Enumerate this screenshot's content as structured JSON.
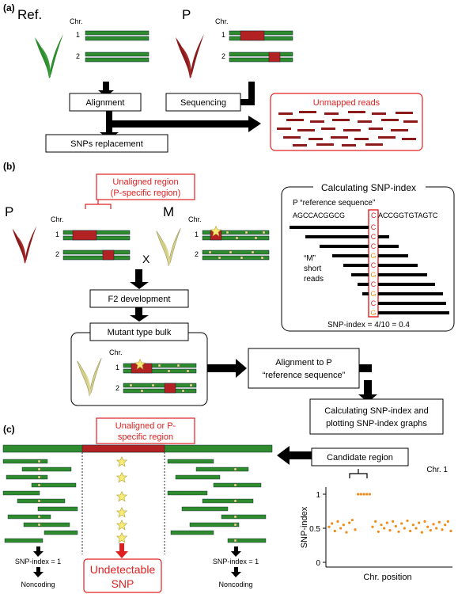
{
  "colors": {
    "green": "#2e8b2e",
    "red": "#b22222",
    "orange": "#f08c1a",
    "mutant": "#d8d080",
    "accent_red": "#e02020"
  },
  "section_a": {
    "label": "(a)",
    "ref_label": "Ref.",
    "p_label": "P",
    "chr_heading": "Chr.",
    "chr1": "1",
    "chr2": "2",
    "alignment": "Alignment",
    "sequencing": "Sequencing",
    "unmapped": "Unmapped reads",
    "snps_replacement": "SNPs replacement"
  },
  "section_b": {
    "label": "(b)",
    "unaligned_line1": "Unaligned region",
    "unaligned_line2": "(P-specific region)",
    "p_label": "P",
    "m_label": "M",
    "chr_heading": "Chr.",
    "chr1": "1",
    "chr2": "2",
    "cross": "X",
    "f2": "F2 development",
    "bulk": "Mutant type bulk",
    "alignment_p_line1": "Alignment to P",
    "alignment_p_line2": "“reference sequence”",
    "calc_title": "Calculating SNP-index",
    "ref_seq_label": "P “reference sequence”",
    "seq_left": "AGCCACGGCG",
    "seq_mid": "C",
    "seq_right": "ACCGGTGTAGTC",
    "reads_label_1": "“M”",
    "reads_label_2": "short",
    "reads_label_3": "reads",
    "read_bases": [
      "C",
      "C",
      "C",
      "G",
      "C",
      "G",
      "C",
      "G",
      "C",
      "G"
    ],
    "snp_formula": "SNP-index = 4/10 = 0.4",
    "calc_plot_line1": "Calculating SNP-index and",
    "calc_plot_line2": "plotting SNP-index graphs"
  },
  "section_c": {
    "label": "(c)",
    "unaligned_line1": "Unaligned or P-",
    "unaligned_line2": "specific region",
    "candidate": "Candidate region",
    "snp_left": "SNP-index = 1",
    "snp_right": "SNP-index = 1",
    "noncoding_left": "Noncoding",
    "noncoding_right": "Noncoding",
    "undetectable_line1": "Undetectable",
    "undetectable_line2": "SNP"
  },
  "chart_data": {
    "type": "scatter",
    "title": "Chr. 1",
    "xlabel": "Chr. position",
    "ylabel": "SNP-index",
    "ylim": [
      0,
      1
    ],
    "yticks": [
      "0",
      "0.5",
      "1"
    ],
    "series": [
      {
        "values": [
          0.52,
          0.57,
          0.46,
          0.6,
          0.5,
          0.55,
          0.44,
          0.58,
          0.62,
          0.48,
          1,
          1,
          1,
          1,
          1,
          0.52,
          0.6,
          0.45,
          0.55,
          0.5,
          0.58,
          0.47,
          0.6,
          0.53,
          0.45,
          0.57,
          0.5,
          0.61,
          0.46,
          0.55,
          0.5,
          0.58,
          0.44,
          0.6,
          0.52,
          0.47,
          0.56,
          0.5,
          0.59,
          0.48,
          0.55,
          0.6,
          0.46
        ]
      }
    ]
  }
}
